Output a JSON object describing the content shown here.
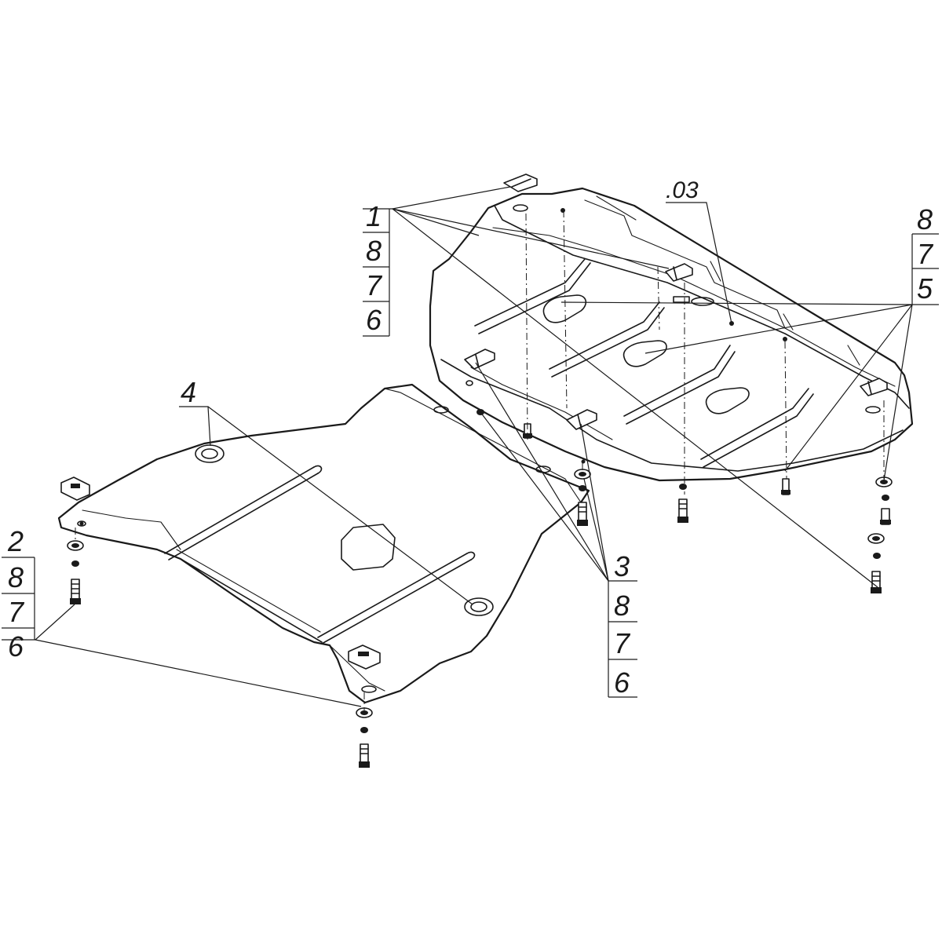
{
  "callouts": {
    "group_1": [
      "1",
      "8",
      "7",
      "6"
    ],
    "group_2": [
      "2",
      "8",
      "7",
      "6"
    ],
    "group_3": [
      "3",
      "8",
      "7",
      "6"
    ],
    "group_right": [
      "8",
      "7",
      "5"
    ],
    "part_4": "4",
    "ref_03": ".03"
  },
  "colors": {
    "line": "#1a1a1a",
    "background": "#ffffff"
  }
}
